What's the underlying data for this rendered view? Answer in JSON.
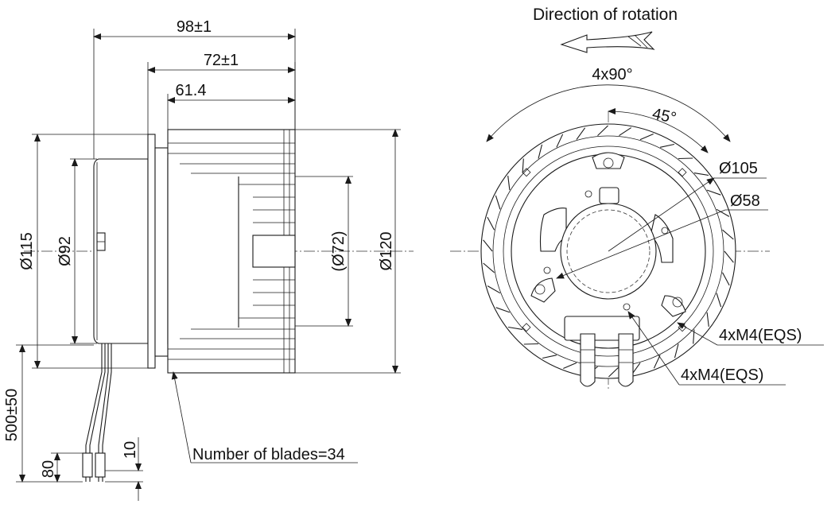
{
  "title": "Direction of rotation",
  "side_view": {
    "dim_overall_length": "98±1",
    "dim_housing_length": "72±1",
    "dim_impeller_length": "61.4",
    "dim_flange_diameter": "Ø115",
    "dim_motor_diameter": "Ø92",
    "dim_hub_diameter": "(Ø72)",
    "dim_impeller_diameter": "Ø120",
    "dim_cable_length": "500±50",
    "dim_strip_80": "80",
    "dim_strip_10": "10",
    "blades_note": "Number of blades=34"
  },
  "front_view": {
    "dim_angle_pattern": "4x90°",
    "dim_angle_offset": "45°",
    "dim_bolt_circle": "Ø105",
    "dim_inner_circle": "Ø58",
    "thread_note_1": "4xM4(EQS)",
    "thread_note_2": "4xM4(EQS)"
  }
}
